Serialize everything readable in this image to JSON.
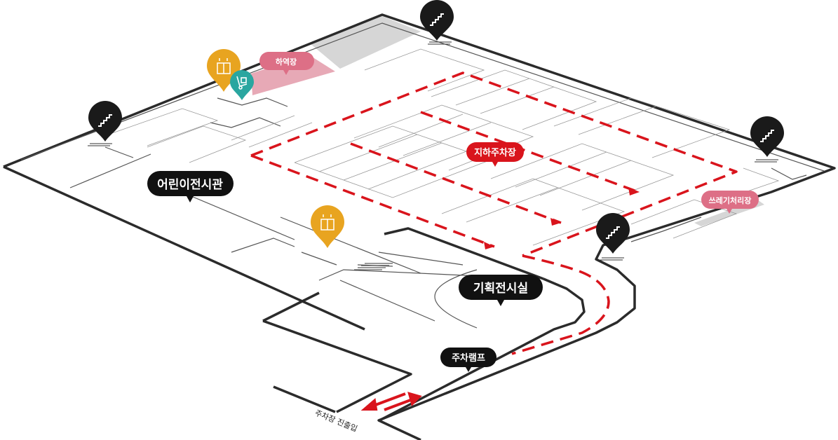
{
  "labels": {
    "kids_hall": "어린이전시관",
    "planning_hall": "기획전시실",
    "parking_ramp": "주차램프",
    "underground_parking": "지하주차장",
    "loading_dock": "하역장",
    "waste_room": "쓰레기처리장",
    "parking_entrance": "주차장 진출입"
  },
  "colors": {
    "wall": "#2b2b2b",
    "thin_line": "#555555",
    "route": "#d9141c",
    "pin_black": "#1a1a1a",
    "pin_elevator": "#e8a420",
    "pin_cargo": "#2aa6a0",
    "loading_zone": "#e7a9b6",
    "label_pink": "#dd6f86",
    "gray_block": "#d6d6d6"
  },
  "icons": {
    "stairs": "stairs-icon",
    "elevator": "elevator-icon",
    "cargo": "hand-truck-icon"
  }
}
